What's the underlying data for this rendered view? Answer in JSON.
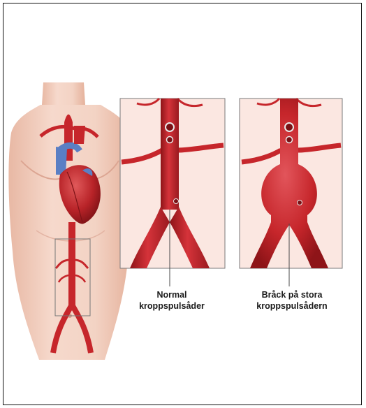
{
  "labels": {
    "normal": {
      "line1": "Normal",
      "line2": "kroppspulsåder"
    },
    "aneurysm": {
      "line1": "Bråck på stora",
      "line2": "kroppspulsådern"
    }
  },
  "colors": {
    "artery": "#c6262b",
    "artery_dark": "#8e1418",
    "vein": "#5b7fc4",
    "skin": "#f1cfc0",
    "skin_shadow": "#e2ad98",
    "panel_bg": "#fbe7e1",
    "frame": "#111111"
  }
}
